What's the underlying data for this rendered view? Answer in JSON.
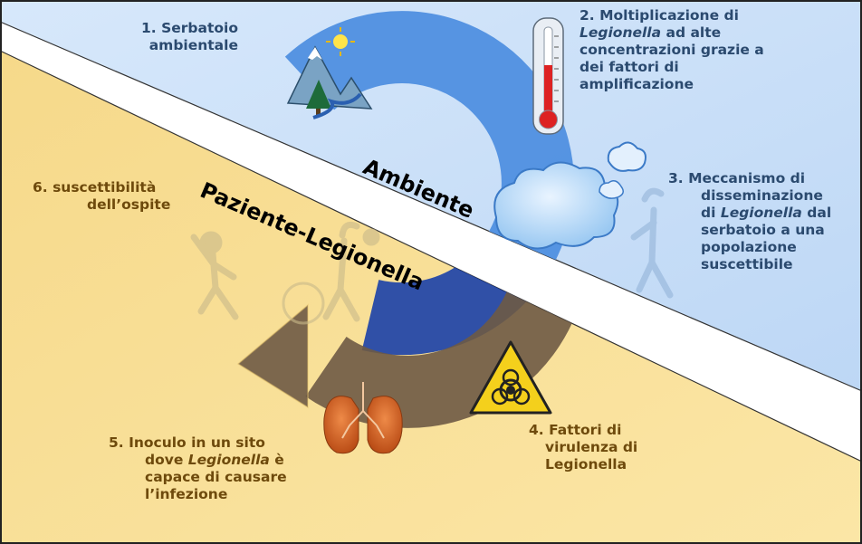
{
  "zones": {
    "environment": "Ambiente",
    "host": "Paziente-Legionella"
  },
  "steps": {
    "s1": {
      "line1": "1. Serbatoio",
      "line2": "ambientale"
    },
    "s2": {
      "line1": "2. Moltiplicazione di",
      "line2_italic": "Legionella",
      "line2_rest": " ad alte",
      "line3": "concentrazioni grazie a",
      "line4": "dei fattori di",
      "line5": "amplificazione"
    },
    "s3": {
      "line1": "3. Meccanismo di",
      "line2": "disseminazione",
      "line3_prefix": "di ",
      "line3_italic": "Legionella",
      "line3_rest": " dal",
      "line4": "serbatoio a una",
      "line5": "popolazione",
      "line6": "suscettibile"
    },
    "s4": {
      "line1": "4. Fattori di",
      "line2": "virulenza di",
      "line3": "Legionella"
    },
    "s5": {
      "line1": "5. Inoculo in un sito",
      "line2_prefix": "dove ",
      "line2_italic": "Legionella",
      "line2_rest": " è",
      "line3": "capace di causare",
      "line4": "l’infezione"
    },
    "s6": {
      "line1": "6. suscettibilità",
      "line2": "dell’ospite"
    }
  },
  "colors": {
    "environment_bg": "#cfe2f8",
    "host_bg": "#f8df8f",
    "cycle_blue": "#4f8fe0",
    "cycle_dark_blue": "#1940a8",
    "cycle_brown": "#6e5a45",
    "biohazard_yellow": "#f4d01c"
  },
  "icons": [
    "mountain-icon",
    "thermometer-icon",
    "cloud-icon",
    "biohazard-icon",
    "lungs-icon",
    "person-figures-icon"
  ]
}
